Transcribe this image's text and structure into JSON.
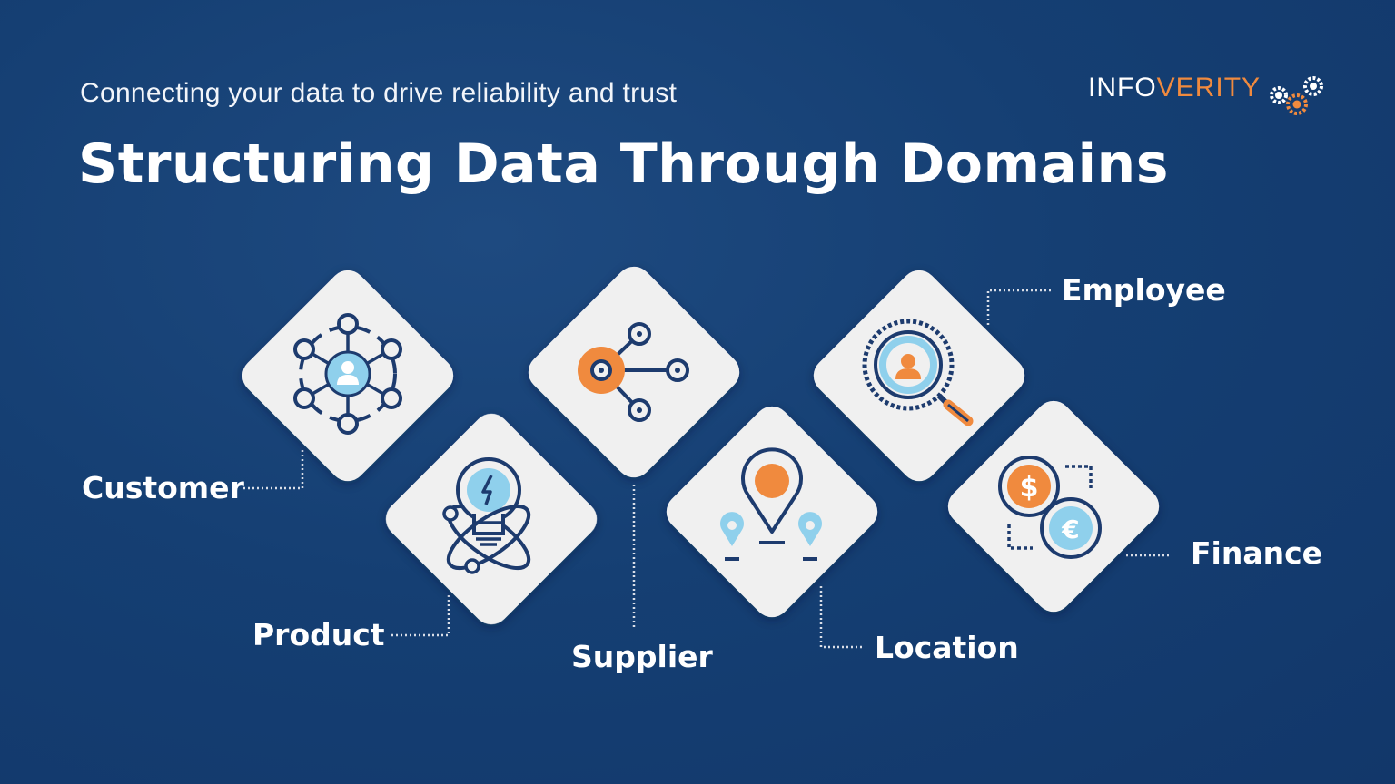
{
  "header": {
    "subtitle": "Connecting your data to drive reliability and trust",
    "title": "Structuring Data Through Domains"
  },
  "logo": {
    "brand_left": "INFO",
    "brand_right": "VERITY",
    "colors": {
      "left": "#ffffff",
      "right": "#f08a3e"
    }
  },
  "domains": [
    {
      "label": "Customer",
      "icon": "network-user-icon"
    },
    {
      "label": "Product",
      "icon": "lightbulb-atom-icon"
    },
    {
      "label": "Supplier",
      "icon": "share-nodes-icon"
    },
    {
      "label": "Location",
      "icon": "map-pins-icon"
    },
    {
      "label": "Employee",
      "icon": "magnifier-user-icon"
    },
    {
      "label": "Finance",
      "icon": "currency-exchange-icon"
    }
  ],
  "colors": {
    "background": "#153f73",
    "tile": "#f0f0f0",
    "icon_navy": "#1d3b6e",
    "icon_light_blue": "#8fd0ec",
    "icon_orange": "#f08a3e",
    "connector": "#d9dee8"
  }
}
